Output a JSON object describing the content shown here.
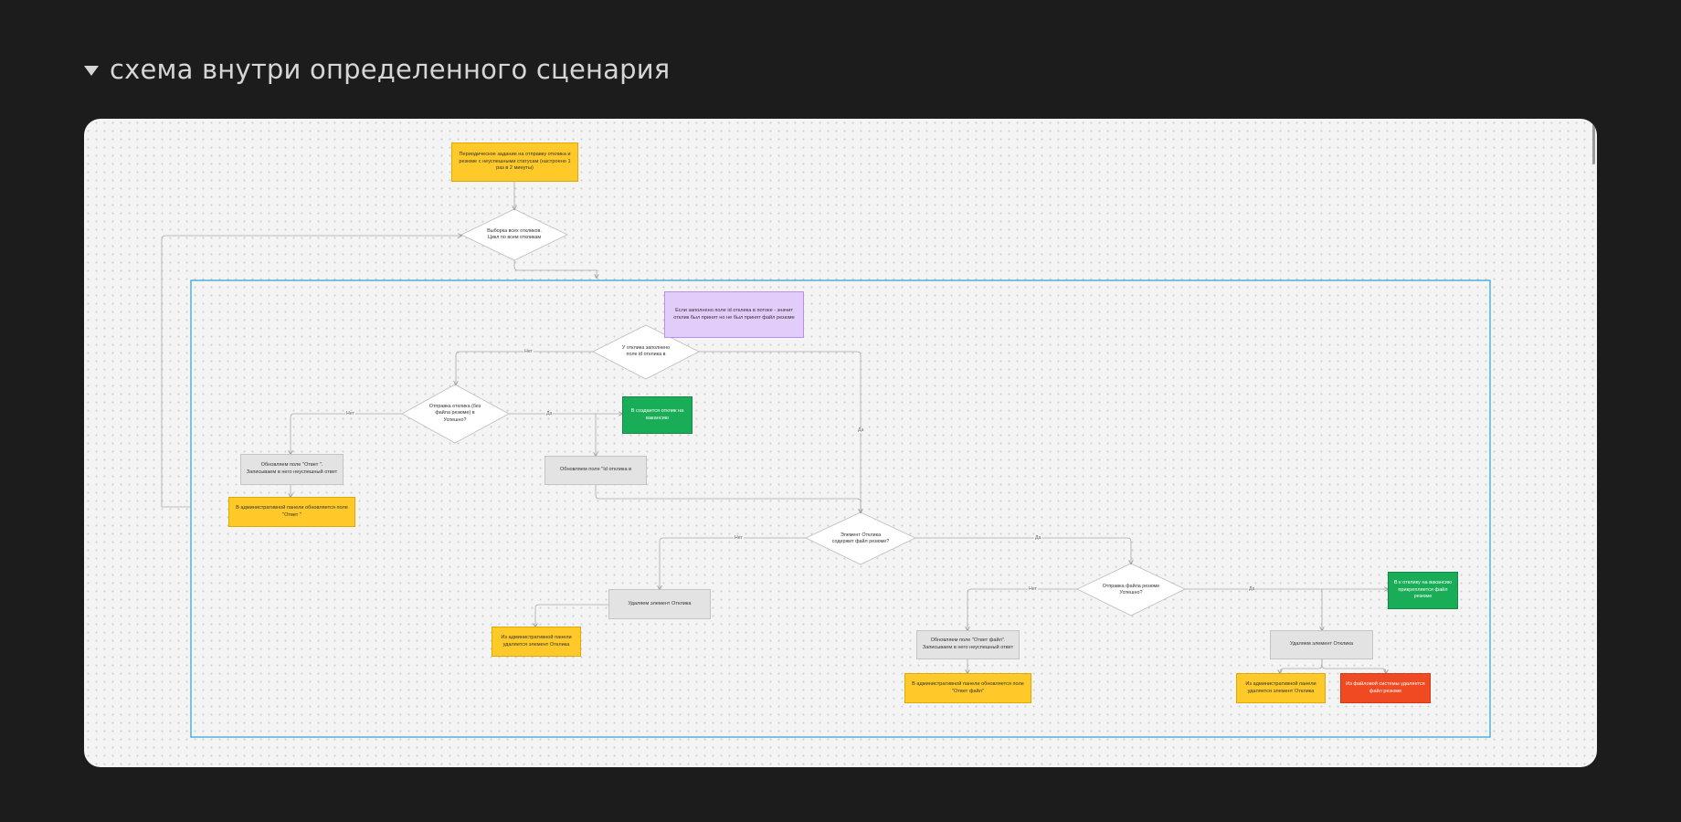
{
  "header": {
    "title": "схема внутри определенного сценария"
  },
  "diagram": {
    "nodes": {
      "periodic_task": "Периодическое задание на отправку отклика и резюме с неуспешными статусам (настроено 1 раз в 2 минуты)",
      "select_all": "Выборка всех откликов. Цикл по всем откликам",
      "note_purple": "Если заполнено поле id отклика в потоке - значит отклик был принят       но не был принят файл резюме",
      "has_id": "У отклика заполнено поле id отклика в",
      "send_response": "Отправка отклика (без файла резюме) в       Успешно?",
      "green_created": "В       создается отклик на вакансию",
      "update_answer_1": "Обновляем поле \"Ответ        \". Записываем в него неуспешный ответ",
      "admin_update_1": "В административной панели обновляется поле \"Ответ        \"",
      "update_id": "Обновляем поле \"Id отклика в",
      "has_file": "Элемент Отклика содержит файл резюме?",
      "delete_1": "Удаляем элемент Отклика",
      "admin_delete_1": "Из административной панели удаляется элемент Отклика",
      "send_file": "Отправка файла резюме       Успешно?",
      "green_attached": "В       к отклику на вакансию прикрепляется файл резюме",
      "update_answer_2": "Обновляем поле \"Ответ        файл\". Записываем в него неуспешный ответ",
      "admin_update_2": "В административной панели обновляется поле \"Ответ        файл\"",
      "delete_2": "Удаляем элемент Отклика",
      "admin_delete_2": "Из административной панели удаляется элемент Отклика",
      "fs_delete": "Из файловой системы удаляется файл резюме"
    },
    "edge_labels": {
      "no_1": "Нет",
      "no_2": "Нет",
      "yes_1": "Да",
      "yes_2": "Да",
      "no_3": "Нет",
      "yes_3": "Да",
      "no_4": "Нет",
      "yes_4": "Да"
    },
    "colors": {
      "yellow": "#ffc92a",
      "green": "#1aad57",
      "purple": "#e2ccfa",
      "gray": "#e3e3e3",
      "red": "#f04a22",
      "loop_frame": "#2a9fd6",
      "edge": "#a8a8a8"
    }
  }
}
